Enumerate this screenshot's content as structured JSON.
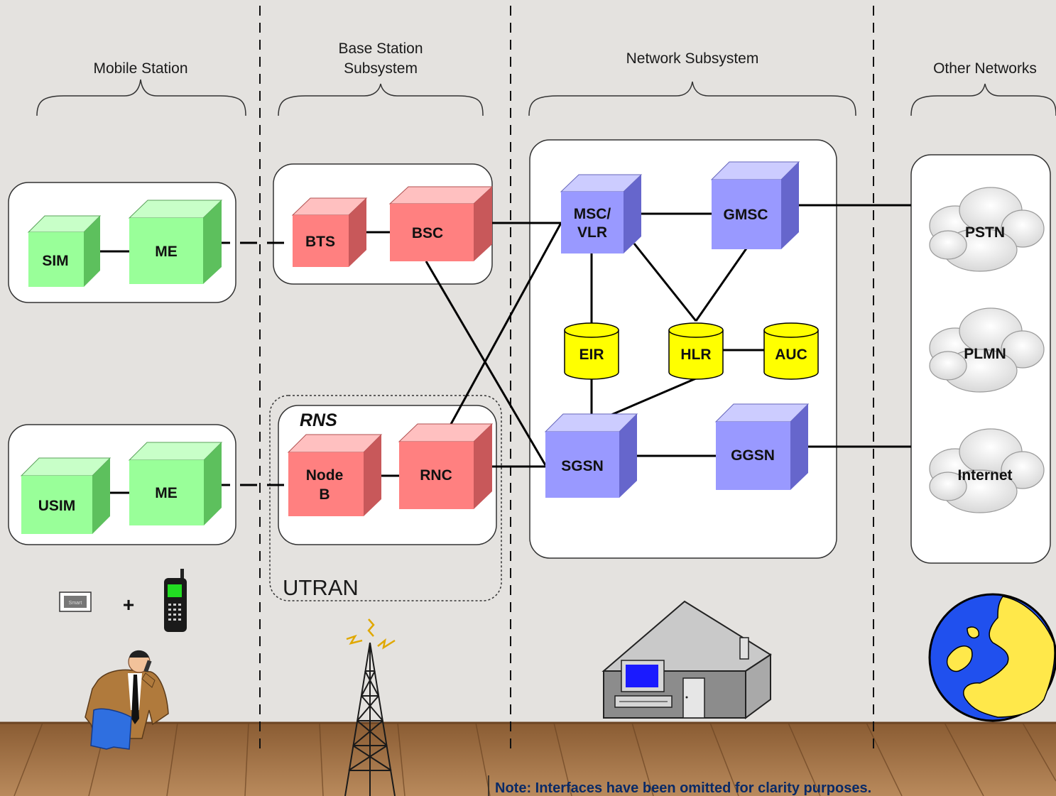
{
  "sections": {
    "mobile_station": "Mobile Station",
    "bss_line1": "Base Station",
    "bss_line2": "Subsystem",
    "network_subsystem": "Network Subsystem",
    "other_networks": "Other Networks"
  },
  "nodes": {
    "sim": "SIM",
    "me1": "ME",
    "usim": "USIM",
    "me2": "ME",
    "bts": "BTS",
    "bsc": "BSC",
    "rns": "RNS",
    "nodeb_line1": "Node",
    "nodeb_line2": "B",
    "rnc": "RNC",
    "utran": "UTRAN",
    "msc_line1": "MSC/",
    "msc_line2": "VLR",
    "gmsc": "GMSC",
    "eir": "EIR",
    "hlr": "HLR",
    "auc": "AUC",
    "sgsn": "SGSN",
    "ggsn": "GGSN",
    "pstn": "PSTN",
    "plmn": "PLMN",
    "internet": "Internet"
  },
  "misc": {
    "plus": "+",
    "card_text": "Smart"
  },
  "note": "Note: Interfaces have been omitted for clarity purposes.",
  "colors": {
    "green_front": "#99ff99",
    "red_front": "#ff8080",
    "blue_front": "#9999ff",
    "yellow": "#ffff00",
    "background": "#e4e2df",
    "floor": "#a5774a"
  }
}
